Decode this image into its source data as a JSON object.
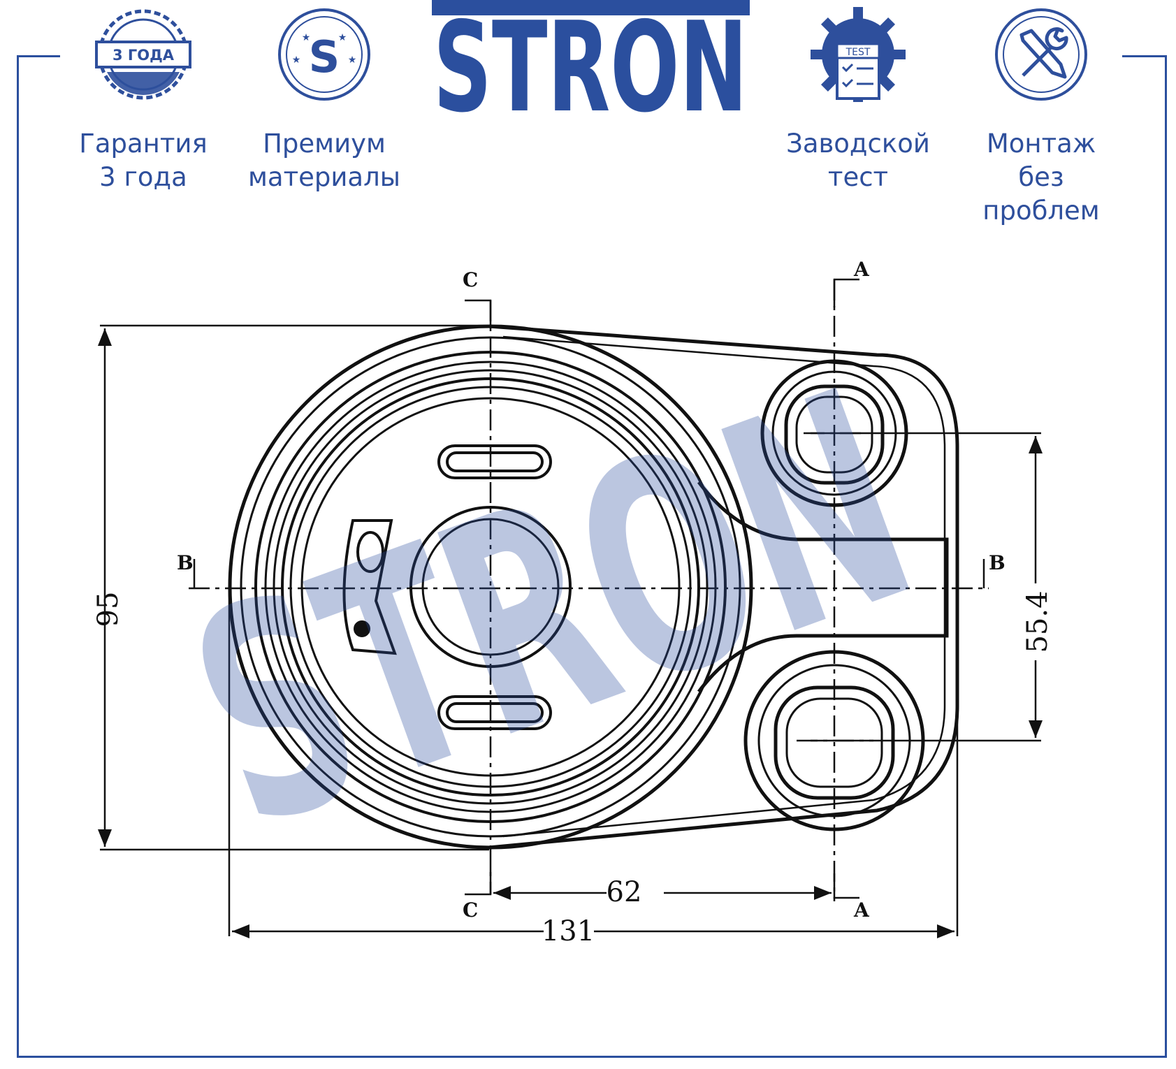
{
  "brand": {
    "logo_text": "STRON",
    "watermark_text": "STRON",
    "color": "#2b4f9e"
  },
  "badges": [
    {
      "id": "warranty",
      "icon": "warranty-seal-icon",
      "seal_text": "3 ГОДА",
      "line1": "Гарантия",
      "line2": "3 года"
    },
    {
      "id": "premium",
      "icon": "premium-s-medal-icon",
      "seal_text": "S",
      "line1": "Премиум",
      "line2": "материалы"
    },
    {
      "id": "factory-test",
      "icon": "gear-test-clipboard-icon",
      "seal_text": "TEST",
      "line1": "Заводской",
      "line2": "тест"
    },
    {
      "id": "mounting",
      "icon": "wrench-screwdriver-icon",
      "line1": "Монтаж",
      "line2": "без проблем"
    }
  ],
  "drawing": {
    "section_labels": {
      "c_top": "C",
      "c_bottom": "C",
      "a_top": "A",
      "a_bottom": "A",
      "b_left": "B",
      "b_right": "B"
    },
    "dimensions": {
      "height": "95",
      "width": "131",
      "hole_spacing": "62",
      "hole_vertical": "55.4"
    }
  }
}
